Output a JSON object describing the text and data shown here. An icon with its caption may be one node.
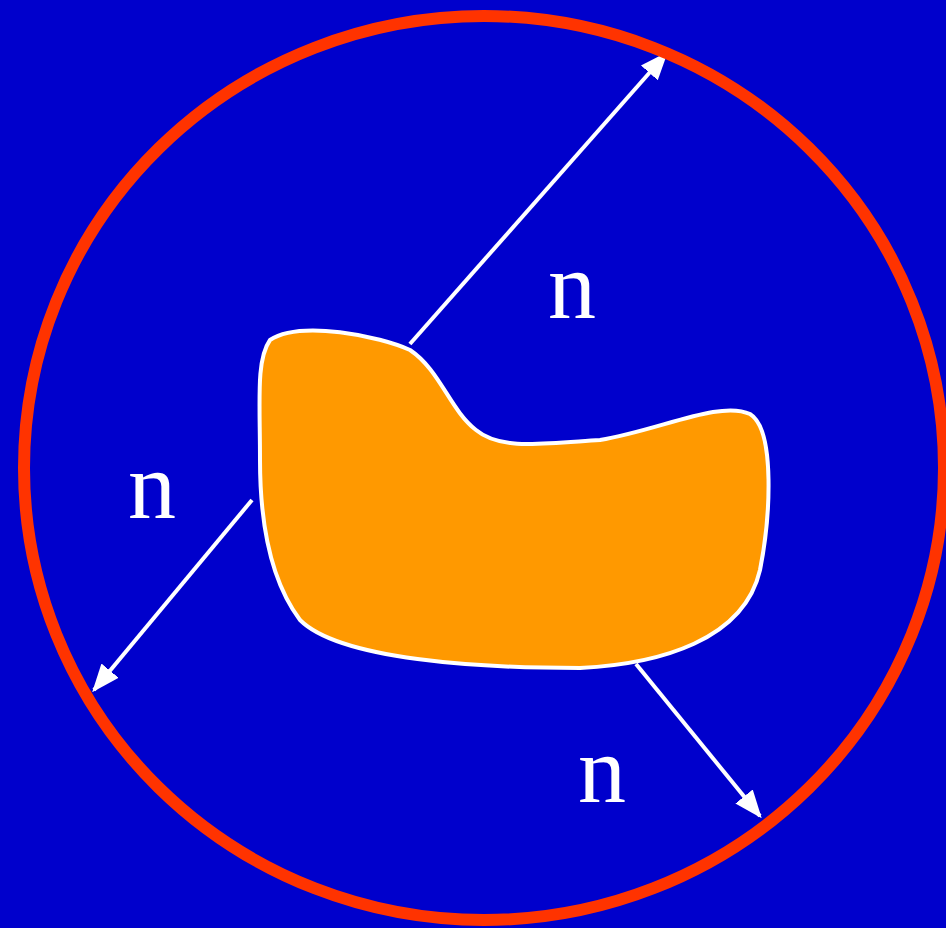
{
  "diagram": {
    "nodes": [
      {
        "text": [],
        "shape": "circle"
      },
      {
        "text": [],
        "shape": "blob",
        "in": 0
      }
    ],
    "edges": [
      {
        "from": 1,
        "to": 0,
        "arrow": "to",
        "label": "n"
      },
      {
        "from": 1,
        "to": 0,
        "arrow": "to",
        "label": "n"
      },
      {
        "from": 1,
        "to": 0,
        "arrow": "to",
        "label": "n"
      }
    ]
  }
}
